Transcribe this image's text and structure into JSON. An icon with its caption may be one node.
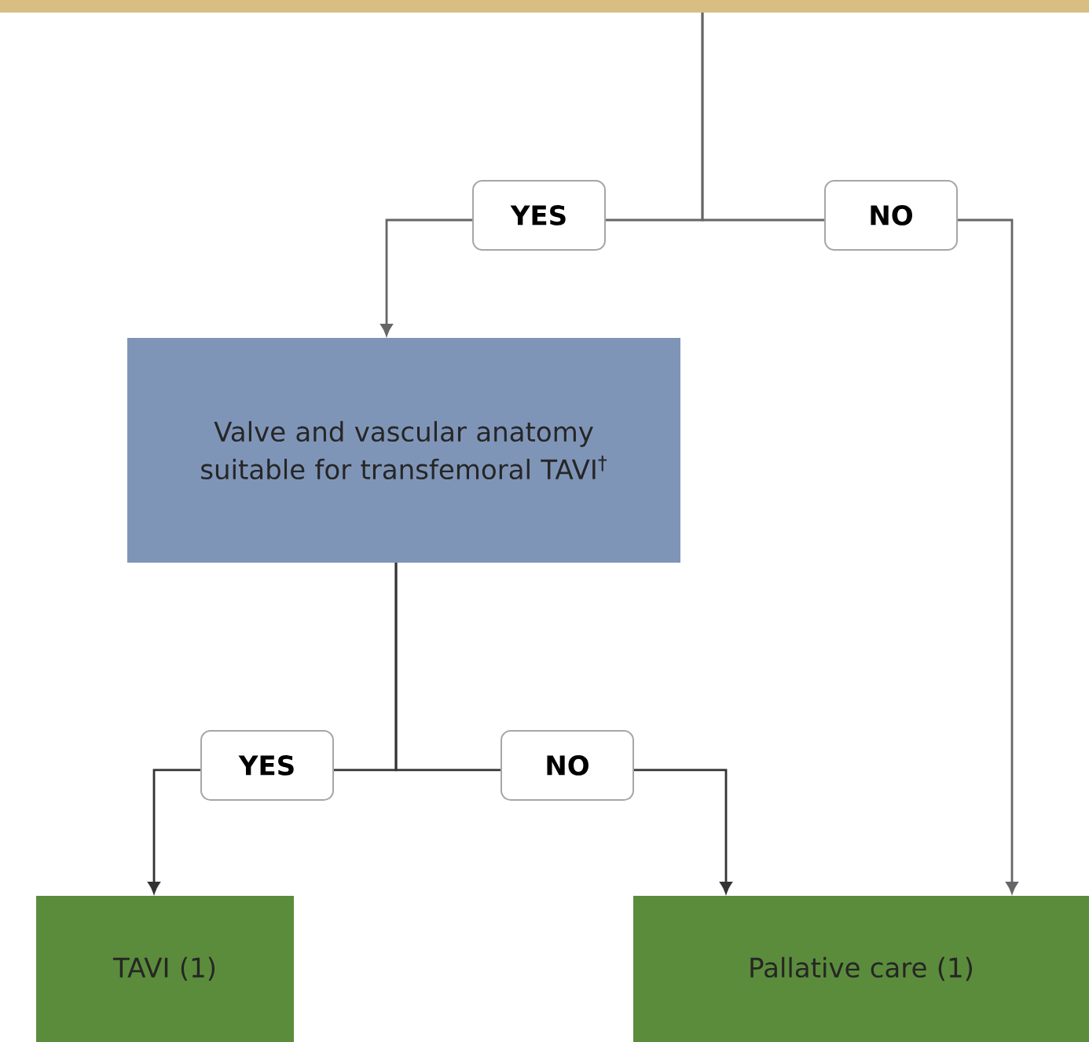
{
  "diagram": {
    "nodes": [
      {
        "text": [
          "Valve and vascular anatomy suitable for transfemoral TAVI$^{†}$"
        ]
      },
      {
        "text": [
          "TAVI (1)"
        ]
      },
      {
        "text": [
          "Pallative care (1)"
        ]
      }
    ],
    "edges": [
      {
        "from": null,
        "to": 0,
        "arrow": "to",
        "label": "YES"
      },
      {
        "from": null,
        "to": 2,
        "arrow": "to",
        "label": "NO"
      },
      {
        "from": 0,
        "to": 1,
        "arrow": "to",
        "label": "YES"
      },
      {
        "from": 0,
        "to": 2,
        "arrow": "to",
        "label": "NO"
      }
    ]
  }
}
